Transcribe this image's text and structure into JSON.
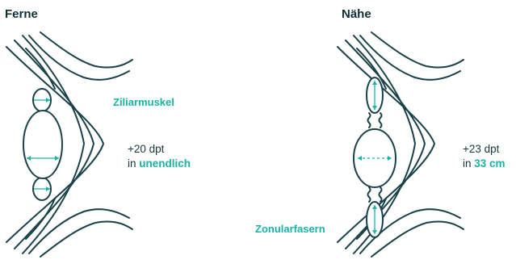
{
  "panels": {
    "far": {
      "heading": "Ferne",
      "power_text": "+20 dpt",
      "distance_prefix": "in",
      "distance_value": "unendlich"
    },
    "near": {
      "heading": "Nähe",
      "power_text": "+23 dpt",
      "distance_prefix": "in",
      "distance_value": "33 cm"
    }
  },
  "annotations": {
    "ciliary_muscle": "Ziliarmuskel",
    "zonular_fibers": "Zonularfasern"
  },
  "colors": {
    "outline": "#1a4248",
    "accent": "#19b3a4",
    "heading": "#0f2d33"
  }
}
